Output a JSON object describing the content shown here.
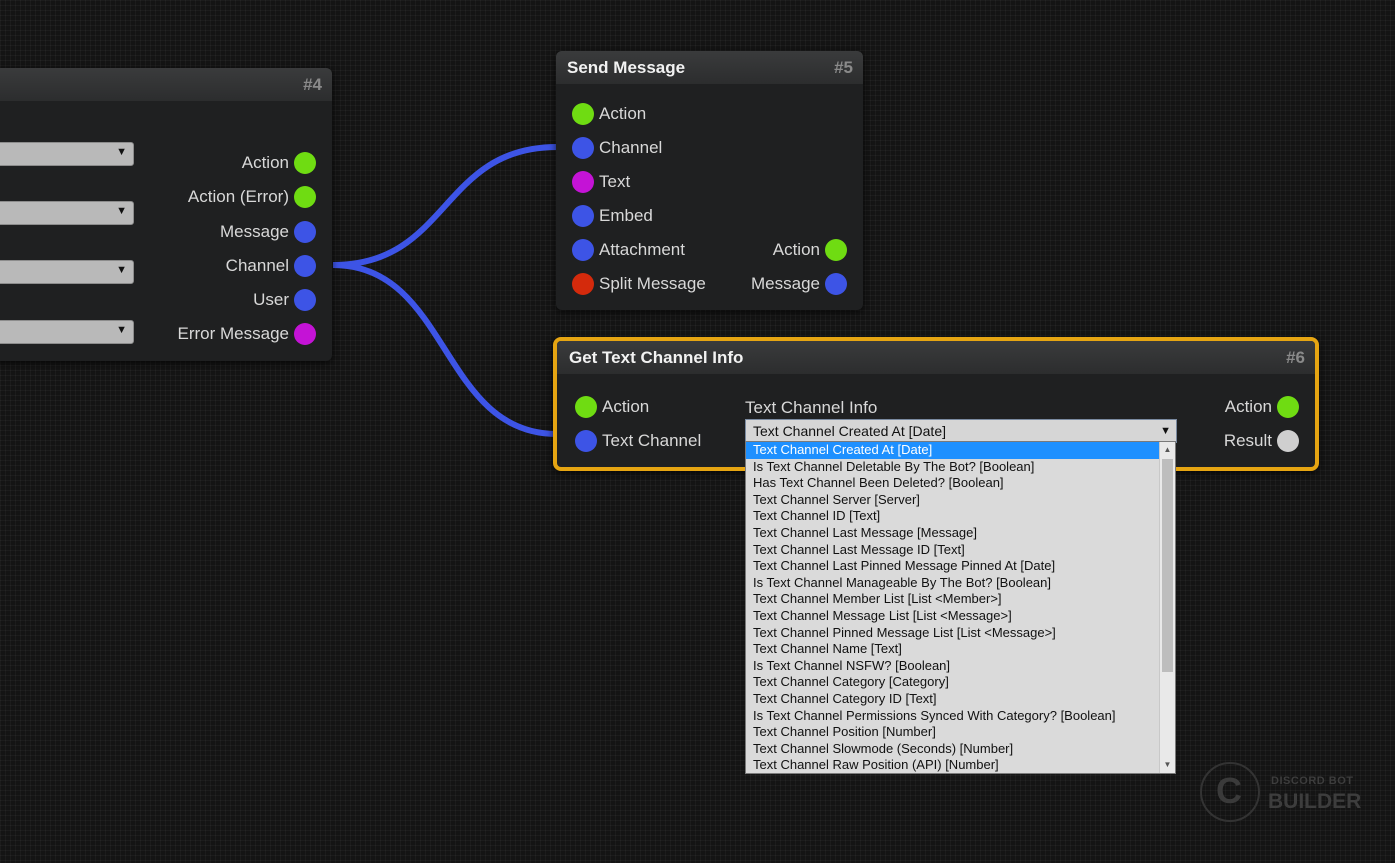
{
  "node4": {
    "number": "#4",
    "outputs": [
      {
        "label": "Action",
        "color": "#6fdc12"
      },
      {
        "label": "Action (Error)",
        "color": "#6fdc12"
      },
      {
        "label": "Message",
        "color": "#3d54e6"
      },
      {
        "label": "Channel",
        "color": "#3d54e6"
      },
      {
        "label": "User",
        "color": "#3d54e6"
      },
      {
        "label": "Error Message",
        "color": "#c413d6"
      }
    ]
  },
  "node5": {
    "title": "Send Message",
    "number": "#5",
    "inputs": [
      {
        "label": "Action",
        "color": "#6fdc12"
      },
      {
        "label": "Channel",
        "color": "#3d54e6"
      },
      {
        "label": "Text",
        "color": "#c413d6"
      },
      {
        "label": "Embed",
        "color": "#3d54e6"
      },
      {
        "label": "Attachment",
        "color": "#3d54e6"
      },
      {
        "label": "Split Message",
        "color": "#d42a0c"
      }
    ],
    "outputs": [
      {
        "label": "Action",
        "color": "#6fdc12"
      },
      {
        "label": "Message",
        "color": "#3d54e6"
      }
    ]
  },
  "node6": {
    "title": "Get Text Channel Info",
    "number": "#6",
    "highlight_color": "#e6a512",
    "inputs": [
      {
        "label": "Action",
        "color": "#6fdc12"
      },
      {
        "label": "Text Channel",
        "color": "#3d54e6"
      }
    ],
    "outputs": [
      {
        "label": "Action",
        "color": "#6fdc12"
      },
      {
        "label": "Result",
        "color": "#cfcfcf"
      }
    ],
    "field_label": "Text Channel Info",
    "selected": "Text Channel Created At [Date]",
    "options": [
      "Text Channel Created At [Date]",
      "Is Text Channel Deletable By The Bot? [Boolean]",
      "Has Text Channel Been Deleted? [Boolean]",
      "Text Channel Server [Server]",
      "Text Channel ID [Text]",
      "Text Channel Last Message [Message]",
      "Text Channel Last Message ID [Text]",
      "Text Channel Last Pinned Message Pinned At [Date]",
      "Is Text Channel Manageable By The Bot? [Boolean]",
      "Text Channel Member List [List <Member>]",
      "Text Channel Message List [List <Message>]",
      "Text Channel Pinned Message List [List <Message>]",
      "Text Channel Name [Text]",
      "Is Text Channel NSFW? [Boolean]",
      "Text Channel Category [Category]",
      "Text Channel Category ID [Text]",
      "Is Text Channel Permissions Synced With Category? [Boolean]",
      "Text Channel Position [Number]",
      "Text Channel Slowmode (Seconds) [Number]",
      "Text Channel Raw Position (API) [Number]"
    ]
  },
  "wire_color": "#3d54e6",
  "logo": {
    "line1": "DISCORD BOT",
    "line2": "BUILDER"
  }
}
